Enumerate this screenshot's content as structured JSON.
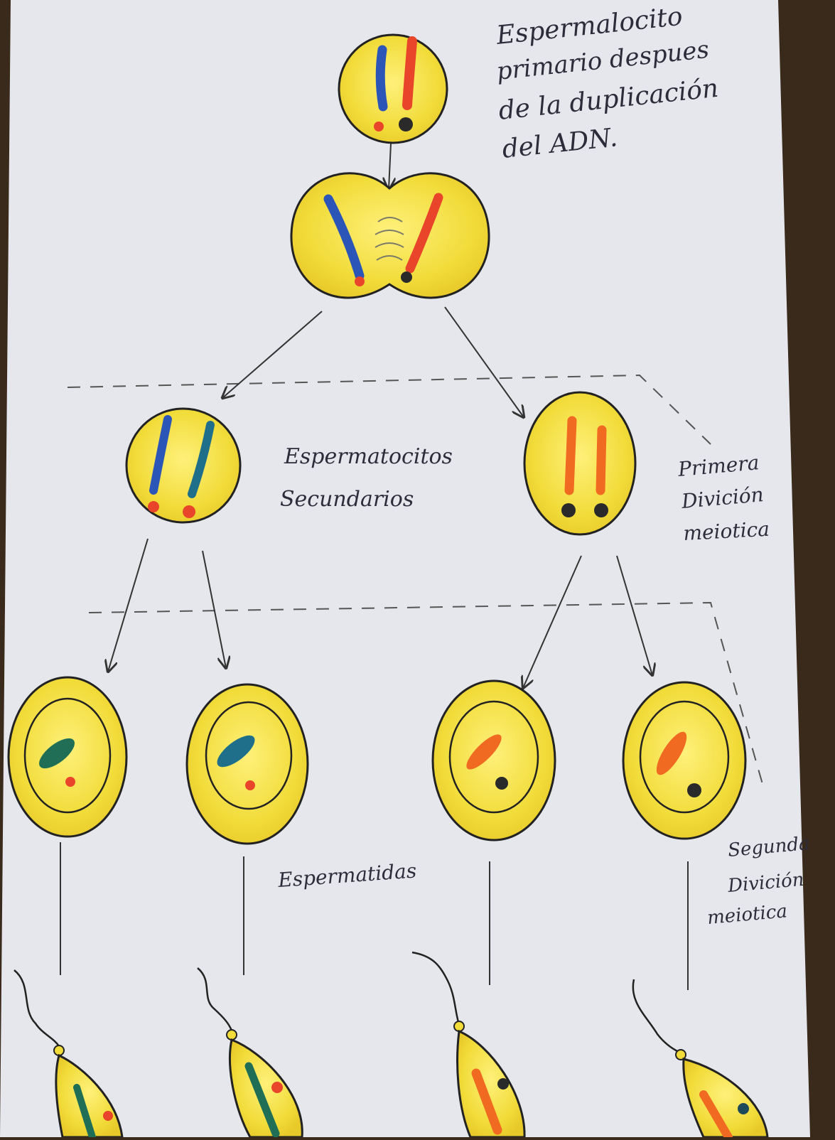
{
  "labels": {
    "primary": [
      "Espermalocito",
      "primario despues",
      "de la duplicación",
      "del ADN."
    ],
    "secondary": [
      "Espermatocitos",
      "Secundarios"
    ],
    "first_division": [
      "Primera",
      "Divición",
      "meiotica"
    ],
    "spermatids": "Espermatidas",
    "second_division": [
      "Segunda",
      "Divición",
      "meiotica"
    ]
  },
  "colors": {
    "paper": "#e6e7ec",
    "cell_yellow": "#f1dc3a",
    "chrom_blue": "#2c55b8",
    "chrom_red": "#e8452a",
    "chrom_orange": "#f06a22",
    "chrom_green": "#1f6e55",
    "centromere_dark": "#2a2a2a",
    "ink": "#333333"
  }
}
